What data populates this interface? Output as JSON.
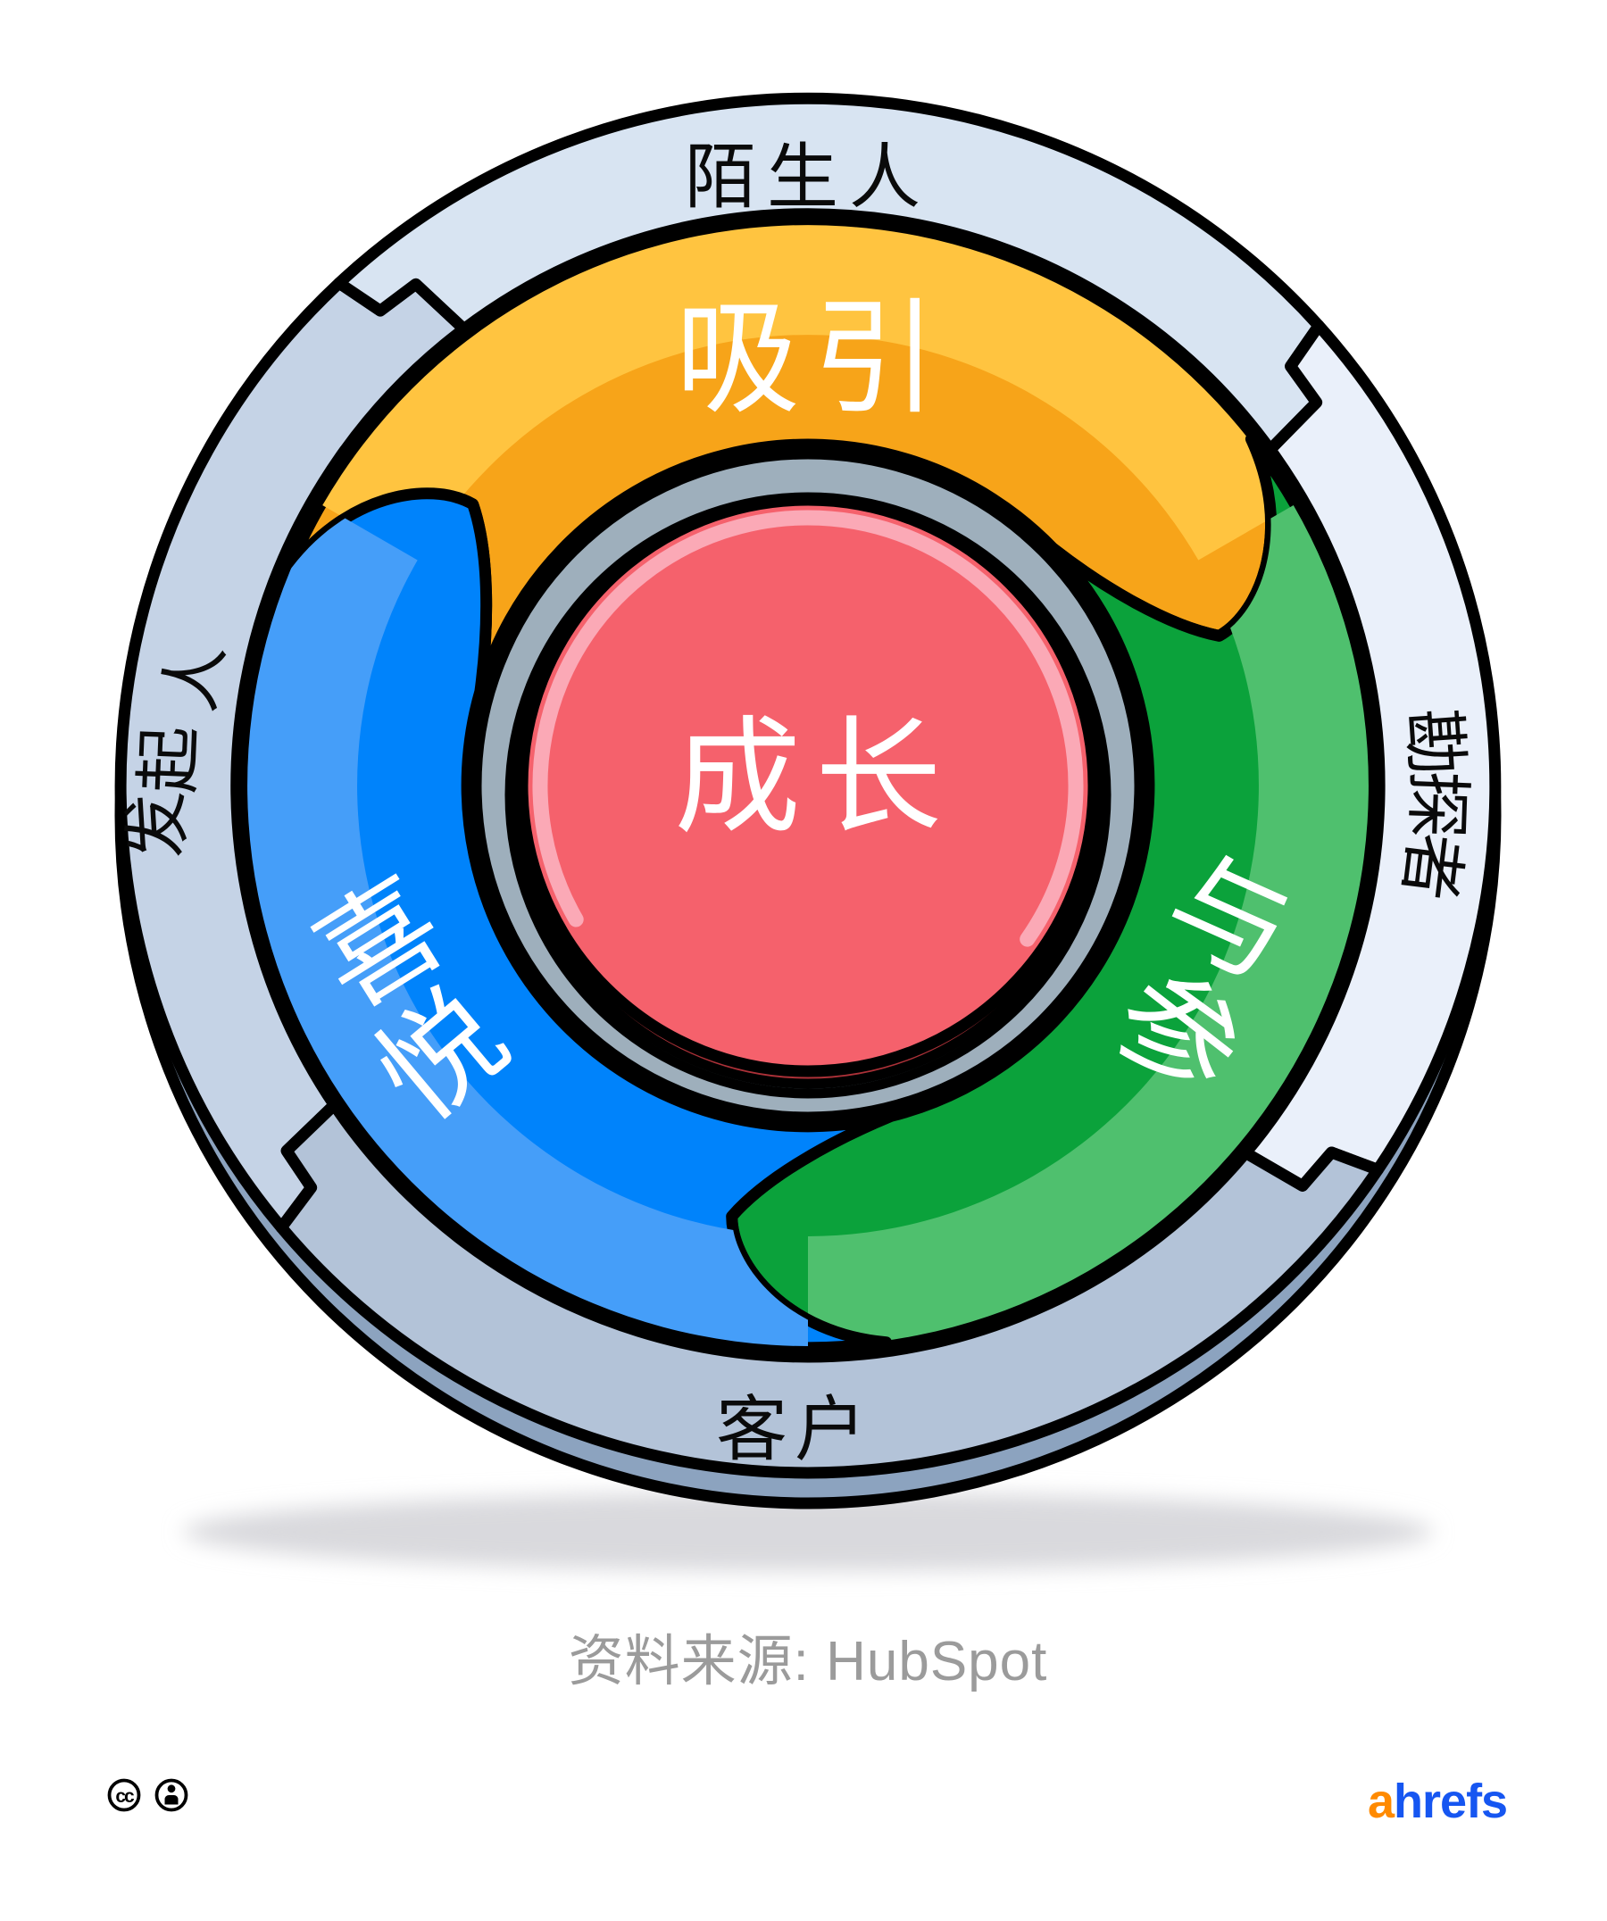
{
  "diagram": {
    "center": {
      "label": "成长",
      "fill": "#F5616C",
      "rim": "#FBA9B6",
      "side": "#AC3138"
    },
    "hub_ring": {
      "fill": "#9EAFBC",
      "inner_side": "#5E747F"
    },
    "arrows": [
      {
        "name": "attract",
        "label": "吸引",
        "color_dark": "#F7A419",
        "color_light": "#FFC440"
      },
      {
        "name": "engage",
        "label": "参与",
        "chars": [
          "参",
          "与"
        ],
        "color_dark": "#0BA23B",
        "color_light": "#4FC06E"
      },
      {
        "name": "delight",
        "label": "喜悦",
        "chars": [
          "喜",
          "悦"
        ],
        "color_dark": "#0083FB",
        "color_light": "#459EF9"
      }
    ],
    "outer_ring": {
      "segments": [
        {
          "name": "strangers",
          "label": "陌生人",
          "position": "top",
          "fill": "#D8E4F2"
        },
        {
          "name": "prospects",
          "label": "勘探者",
          "chars": [
            "勘",
            "探",
            "者"
          ],
          "position": "right",
          "fill": "#EAF0FA"
        },
        {
          "name": "customers",
          "label": "客户",
          "position": "bottom",
          "fill": "#B3C3D8"
        },
        {
          "name": "promoters",
          "label": "发起人",
          "chars": [
            "发",
            "起",
            "人"
          ],
          "position": "left",
          "fill": "#C5D3E6"
        }
      ],
      "side_fill": "#8CA3BF"
    },
    "outline_color": "#000000"
  },
  "footer": {
    "source_label": "资料来源: HubSpot"
  },
  "branding": {
    "cc_text": "cc",
    "logo_first": "a",
    "logo_rest": "hrefs",
    "logo_color_first": "#FF8A00",
    "logo_color_rest": "#1656F1"
  }
}
